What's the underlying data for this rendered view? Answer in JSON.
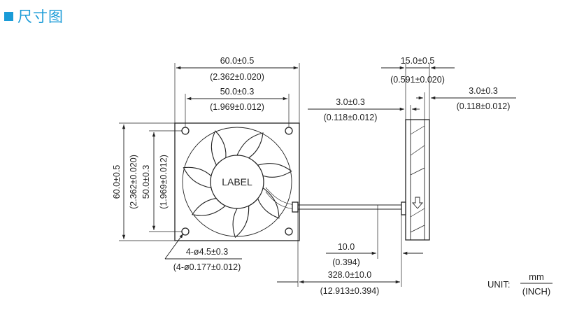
{
  "header": {
    "title": "尺寸图"
  },
  "dimensions": {
    "front_width_outer": {
      "mm": "60.0±0.5",
      "inch": "(2.362±0.020)"
    },
    "front_width_holes": {
      "mm": "50.0±0.3",
      "inch": "(1.969±0.012)"
    },
    "front_height_outer": {
      "mm": "60.0±0.5",
      "inch": "(2.362±0.020)"
    },
    "front_height_holes": {
      "mm": "50.0±0.3",
      "inch": "(1.969±0.012)"
    },
    "side_depth": {
      "mm": "15.0±0.5",
      "inch": "(0.591±0.020)"
    },
    "side_rib_left": {
      "mm": "3.0±0.3",
      "inch": "(0.118±0.012)"
    },
    "side_rib_right": {
      "mm": "3.0±0.3",
      "inch": "(0.118±0.012)"
    },
    "mount_hole": {
      "mm": "4-ø4.5±0.3",
      "inch": "(4-ø0.177±0.012)"
    },
    "wire_strip": {
      "mm": "10.0",
      "inch": "(0.394)"
    },
    "wire_length": {
      "mm": "328.0±10.0",
      "inch": "(12.913±0.394)"
    }
  },
  "hub": {
    "label": "LABEL"
  },
  "unit": {
    "label": "UNIT:",
    "numerator": "mm",
    "denominator": "(INCH)"
  }
}
